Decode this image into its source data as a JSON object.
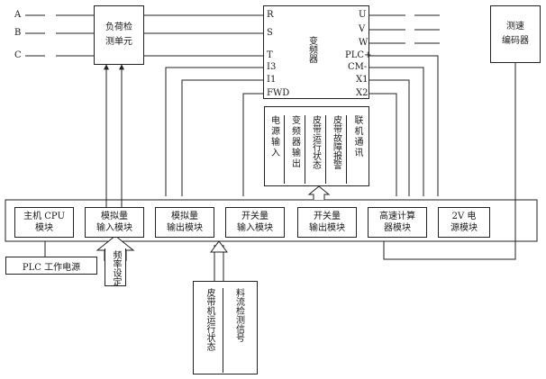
{
  "inputs": [
    "A",
    "B",
    "C"
  ],
  "load_detector": {
    "line1": "负荷检",
    "line2": "测单元"
  },
  "vfd": {
    "name": "变频器",
    "left_terminals": [
      "R",
      "S",
      "T",
      "I3",
      "I1",
      "FWD"
    ],
    "right_terminals": [
      "U",
      "V",
      "W",
      "PLC+",
      "CM-",
      "X1",
      "X2"
    ]
  },
  "encoder": {
    "line1": "测速",
    "line2": "编码器"
  },
  "signal_columns": [
    "电源输入",
    "变频器输出",
    "皮带运行状态",
    "皮带故障报警",
    "联机通讯"
  ],
  "plc_modules": [
    {
      "line1": "主机 CPU",
      "line2": "模块"
    },
    {
      "line1": "模拟量",
      "line2": "输入模块"
    },
    {
      "line1": "模拟量",
      "line2": "输出模块"
    },
    {
      "line1": "开关量",
      "line2": "输入模块"
    },
    {
      "line1": "开关量",
      "line2": "输出模块"
    },
    {
      "line1": "高速计算",
      "line2": "器模块"
    },
    {
      "line1": "2V 电",
      "line2": "源模块"
    }
  ],
  "plc_power": "PLC 工作电源",
  "freq_setting": "频率设定",
  "bottom_signals": [
    "皮带机运行状态",
    "料流检测信号"
  ]
}
